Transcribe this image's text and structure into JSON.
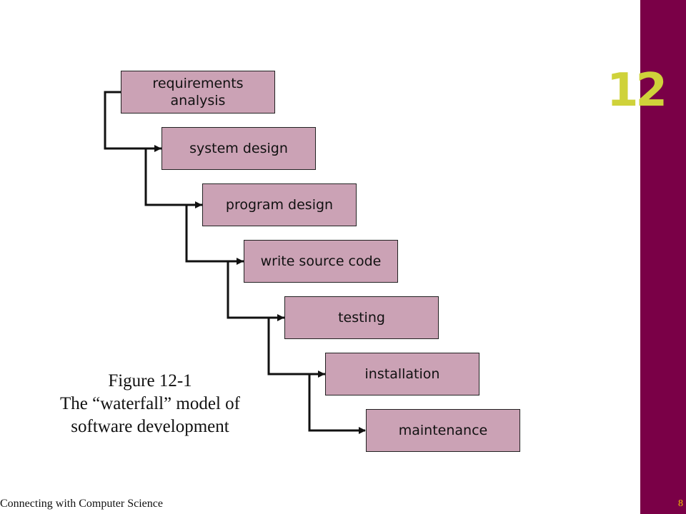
{
  "chapter_number": "12",
  "stages": [
    {
      "label": "requirements\nanalysis"
    },
    {
      "label": "system design"
    },
    {
      "label": "program design"
    },
    {
      "label": "write source code"
    },
    {
      "label": "testing"
    },
    {
      "label": "installation"
    },
    {
      "label": "maintenance"
    }
  ],
  "caption": {
    "line1": "Figure 12-1",
    "line2": "The “waterfall” model of",
    "line3": "software development"
  },
  "footer": {
    "title": "Connecting with Computer Science",
    "page": "8"
  },
  "colors": {
    "side_bar": "#7a0047",
    "chapter_number": "#cfd23a",
    "box_fill": "#cba2b5",
    "page_number": "#f2c200"
  }
}
